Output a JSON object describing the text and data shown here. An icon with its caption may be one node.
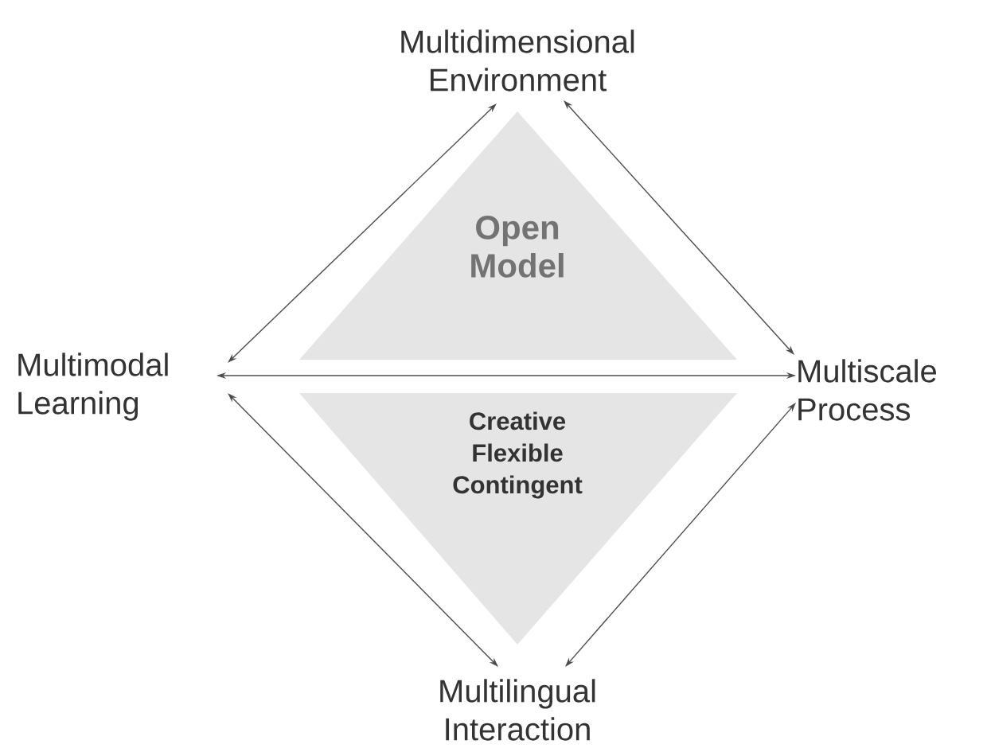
{
  "diagram": {
    "nodes": [
      {
        "text": [
          "Multidimensional Environment"
        ]
      },
      {
        "text": [
          "Multimodal Learning"
        ]
      },
      {
        "text": [
          "Multiscale Process"
        ]
      },
      {
        "text": [
          "Open Model"
        ]
      },
      {
        "text": [
          "Creative Flexible Contingent"
        ]
      },
      {
        "text": [
          "Multilingual Interaction"
        ]
      }
    ],
    "edges": [
      {
        "from": 0,
        "to": 1,
        "arrow": "both"
      },
      {
        "from": 0,
        "to": 2,
        "arrow": "both"
      },
      {
        "from": 1,
        "to": 2,
        "arrow": "both"
      },
      {
        "from": 1,
        "to": 5,
        "arrow": "both"
      },
      {
        "from": 2,
        "to": 5,
        "arrow": "both"
      }
    ]
  }
}
